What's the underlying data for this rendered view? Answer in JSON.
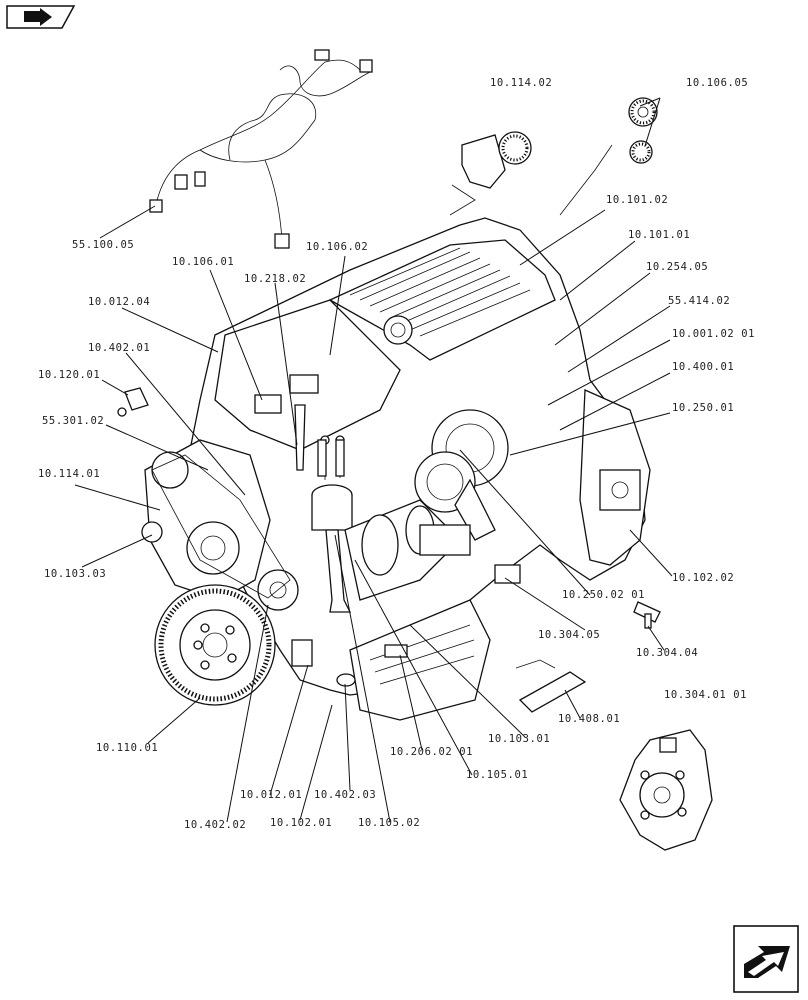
{
  "callouts": {
    "c_55_100_05": "55.100.05",
    "c_10_114_02": "10.114.02",
    "c_10_106_05": "10.106.05",
    "c_10_101_02": "10.101.02",
    "c_10_101_01": "10.101.01",
    "c_10_254_05": "10.254.05",
    "c_55_414_02": "55.414.02",
    "c_10_001_02_01": "10.001.02 01",
    "c_10_400_01": "10.400.01",
    "c_10_250_01": "10.250.01",
    "c_10_106_01": "10.106.01",
    "c_10_106_02": "10.106.02",
    "c_10_218_02": "10.218.02",
    "c_10_012_04": "10.012.04",
    "c_10_402_01": "10.402.01",
    "c_10_120_01": "10.120.01",
    "c_55_301_02": "55.301.02",
    "c_10_114_01": "10.114.01",
    "c_10_103_03": "10.103.03",
    "c_10_102_02": "10.102.02",
    "c_10_250_02_01": "10.250.02 01",
    "c_10_304_05": "10.304.05",
    "c_10_304_04": "10.304.04",
    "c_10_304_01_01": "10.304.01 01",
    "c_10_408_01": "10.408.01",
    "c_10_103_01": "10.103.01",
    "c_10_206_02_01": "10.206.02 01",
    "c_10_105_01": "10.105.01",
    "c_10_110_01": "10.110.01",
    "c_10_012_01": "10.012.01",
    "c_10_402_03": "10.402.03",
    "c_10_402_02": "10.402.02",
    "c_10_102_01": "10.102.01",
    "c_10_105_02": "10.105.02"
  },
  "icons": {
    "top_left": "book-arrow-icon",
    "bottom_right": "next-page-arrow-icon"
  }
}
